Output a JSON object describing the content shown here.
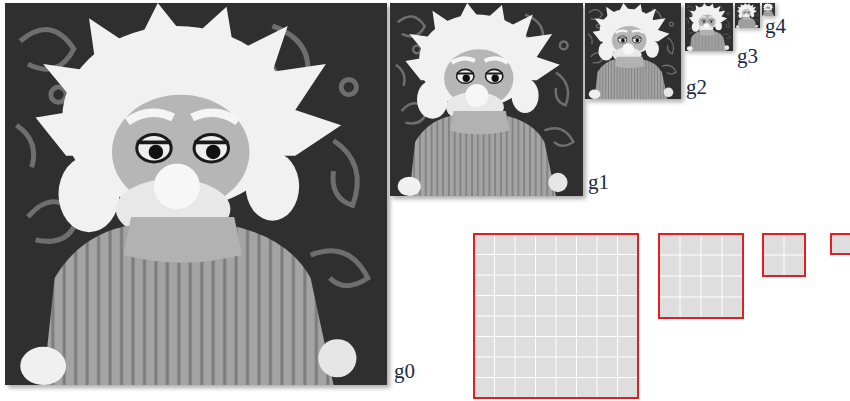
{
  "diagram": {
    "nodes": [
      {
        "text": [
          "g0"
        ]
      },
      {
        "text": [
          "g1"
        ]
      },
      {
        "text": [
          "g2"
        ]
      },
      {
        "text": [
          "g3"
        ]
      },
      {
        "text": [
          "g4"
        ]
      }
    ]
  }
}
